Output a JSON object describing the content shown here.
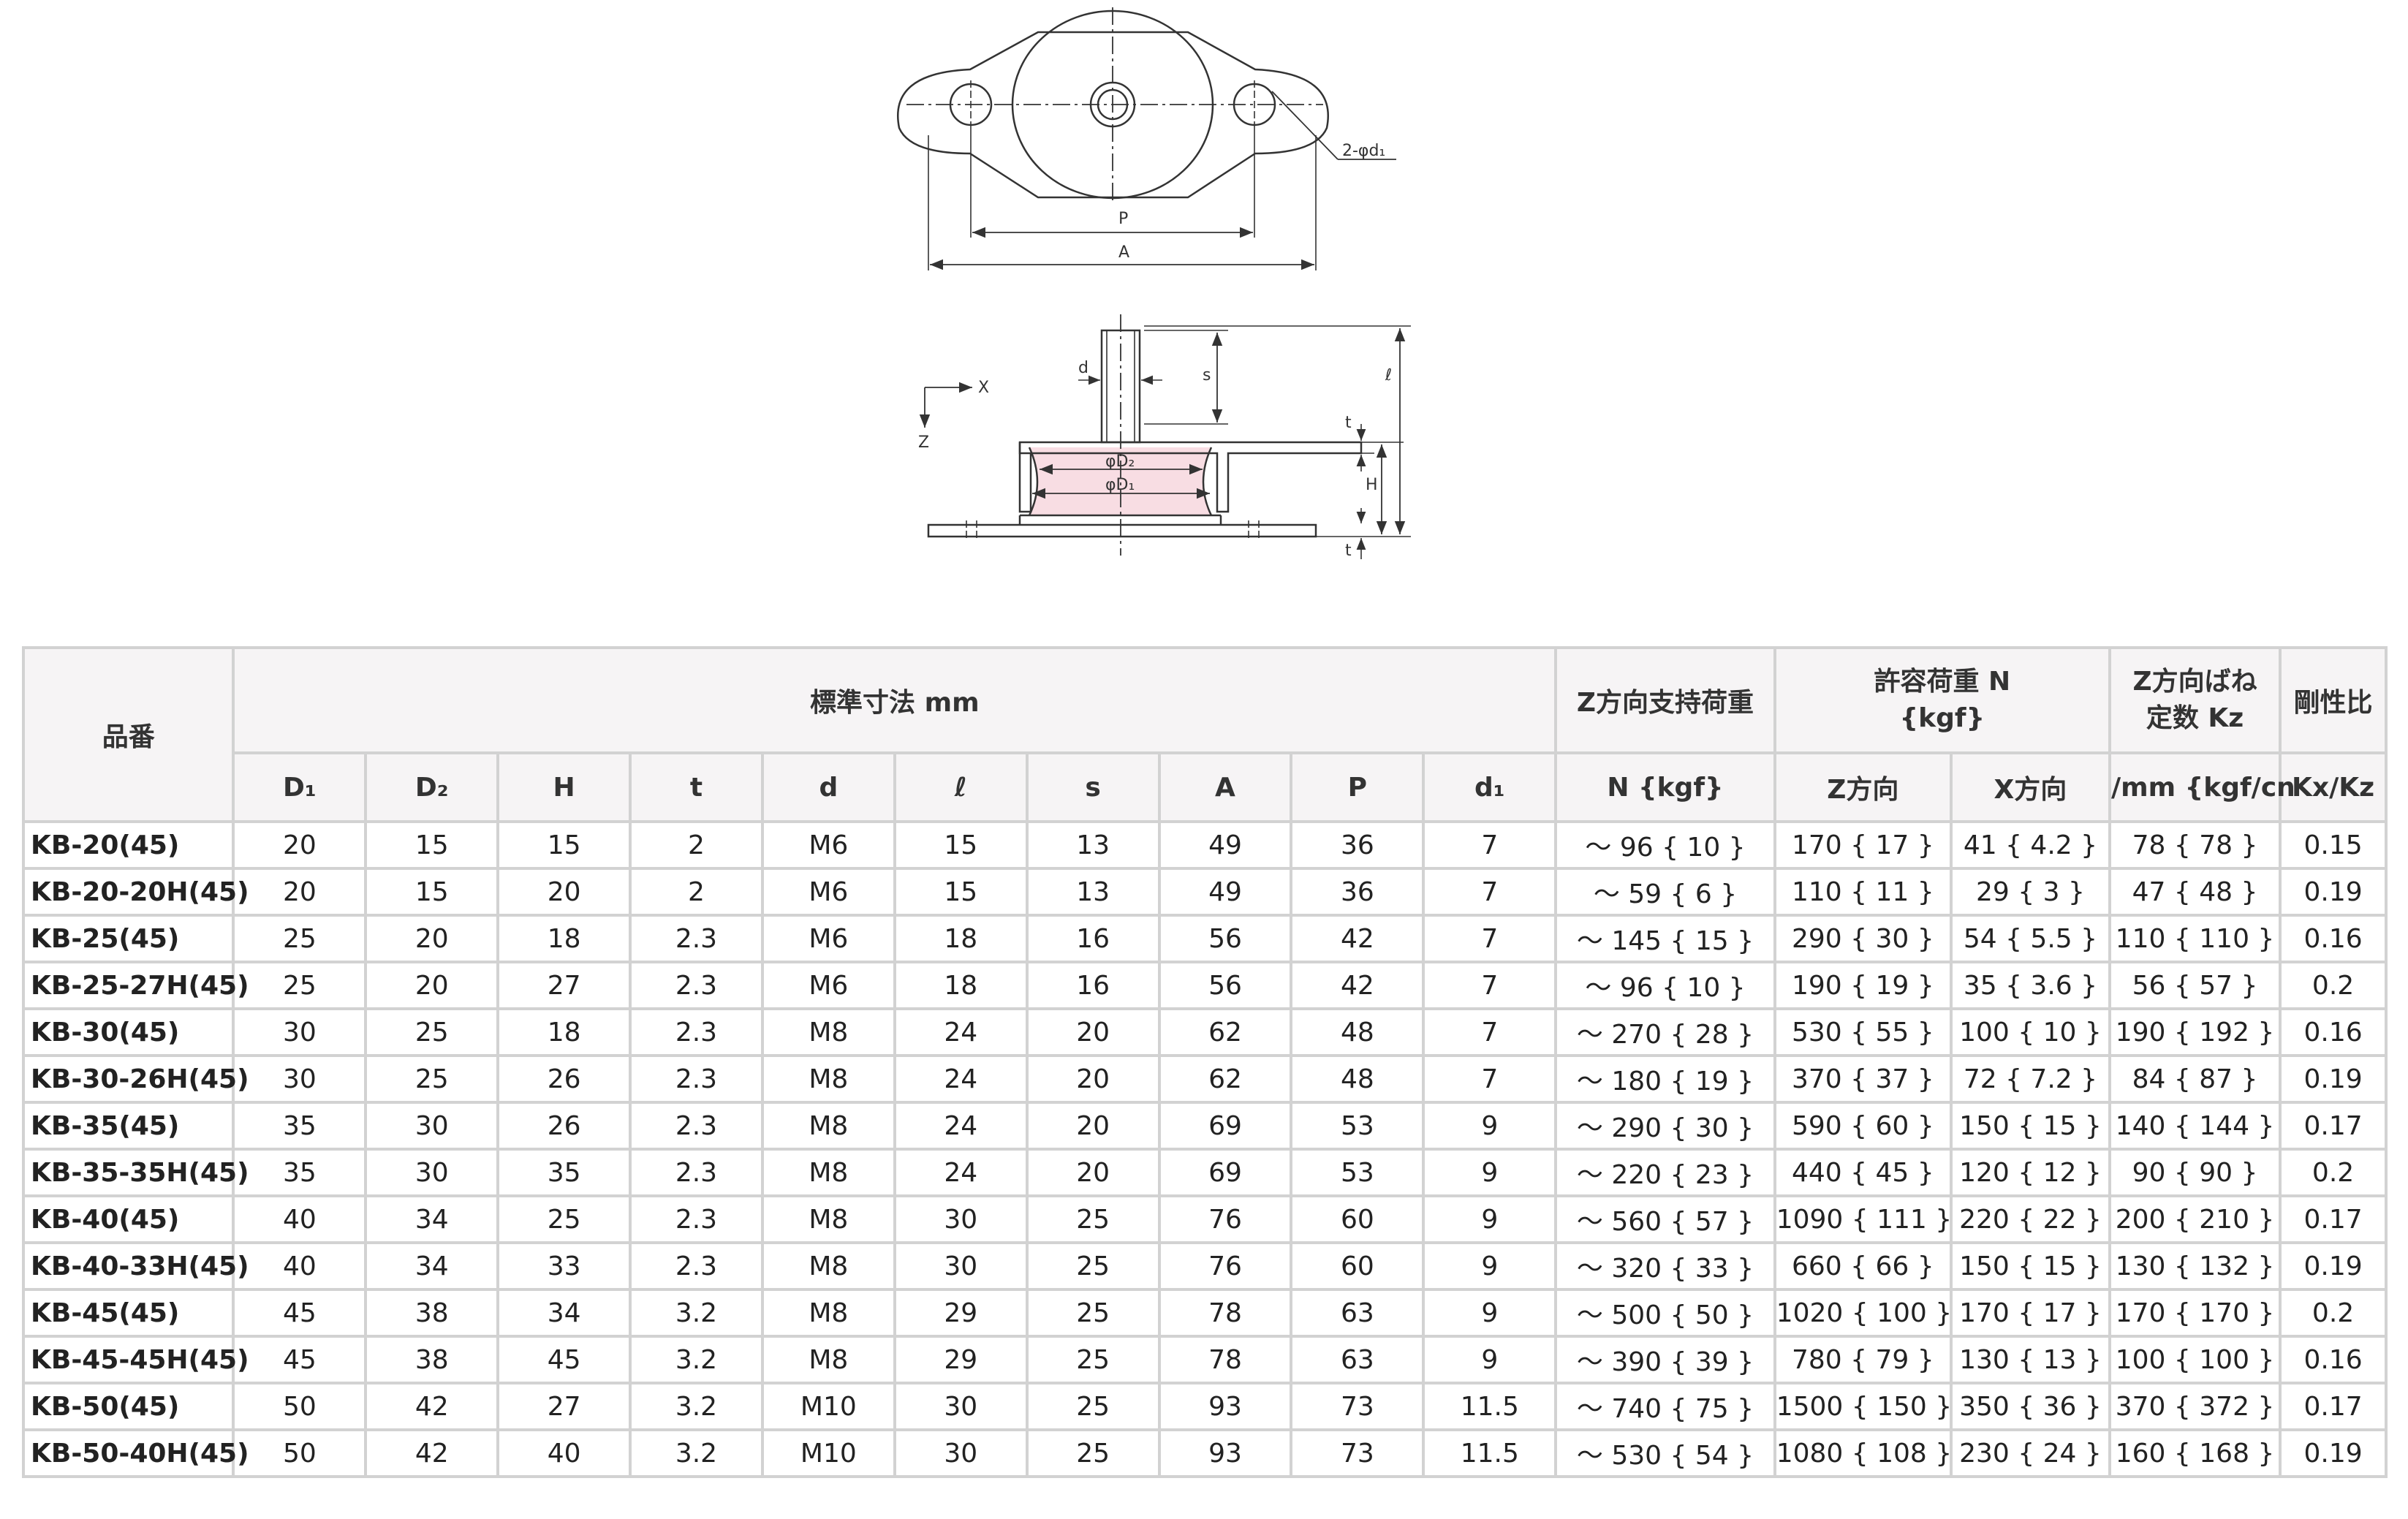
{
  "drawing": {
    "top_view_labels": {
      "hole": "2-φd₁",
      "pitch": "P",
      "overall": "A"
    },
    "side_view_labels": {
      "d": "d",
      "s": "s",
      "l": "ℓ",
      "t_top": "t",
      "h": "H",
      "t_bottom": "t",
      "d2": "φD₂",
      "d1": "φD₁",
      "axis_x": "X",
      "axis_z": "Z"
    },
    "colors": {
      "rubber": "#f8dde3",
      "line": "#333333"
    }
  },
  "table": {
    "header": {
      "model": "品番",
      "std_dims": "標準寸法 mm",
      "z_support_1": "Z方向支持荷重",
      "z_support_2": "N {kgf}",
      "allow_load": "許容荷重 N\n{kgf}",
      "z_dir": "Z方向",
      "x_dir": "X方向",
      "spring_1": "Z方向ばね\n定数 Kz",
      "spring_2": "/mm {kgf/cn",
      "stiff_1": "剛性比",
      "stiff_2": "Kx/Kz",
      "dims": [
        "D₁",
        "D₂",
        "H",
        "t",
        "d",
        "ℓ",
        "s",
        "A",
        "P",
        "d₁"
      ]
    },
    "rows": [
      [
        "KB-20(45)",
        "20",
        "15",
        "15",
        "2",
        "M6",
        "15",
        "13",
        "49",
        "36",
        "7",
        "～ 96 { 10 }",
        "170 { 17 }",
        "41 { 4.2 }",
        "78 { 78 }",
        "0.15"
      ],
      [
        "KB-20-20H(45)",
        "20",
        "15",
        "20",
        "2",
        "M6",
        "15",
        "13",
        "49",
        "36",
        "7",
        "～ 59 { 6 }",
        "110 { 11 }",
        "29 { 3 }",
        "47 { 48 }",
        "0.19"
      ],
      [
        "KB-25(45)",
        "25",
        "20",
        "18",
        "2.3",
        "M6",
        "18",
        "16",
        "56",
        "42",
        "7",
        "～ 145 { 15 }",
        "290 { 30 }",
        "54 { 5.5 }",
        "110 { 110 }",
        "0.16"
      ],
      [
        "KB-25-27H(45)",
        "25",
        "20",
        "27",
        "2.3",
        "M6",
        "18",
        "16",
        "56",
        "42",
        "7",
        "～ 96 { 10 }",
        "190 { 19 }",
        "35 { 3.6 }",
        "56 { 57 }",
        "0.2"
      ],
      [
        "KB-30(45)",
        "30",
        "25",
        "18",
        "2.3",
        "M8",
        "24",
        "20",
        "62",
        "48",
        "7",
        "～ 270 { 28 }",
        "530 { 55 }",
        "100 { 10 }",
        "190 { 192 }",
        "0.16"
      ],
      [
        "KB-30-26H(45)",
        "30",
        "25",
        "26",
        "2.3",
        "M8",
        "24",
        "20",
        "62",
        "48",
        "7",
        "～ 180 { 19 }",
        "370 { 37 }",
        "72 { 7.2 }",
        "84 { 87 }",
        "0.19"
      ],
      [
        "KB-35(45)",
        "35",
        "30",
        "26",
        "2.3",
        "M8",
        "24",
        "20",
        "69",
        "53",
        "9",
        "～ 290 { 30 }",
        "590 { 60 }",
        "150 { 15 }",
        "140 { 144 }",
        "0.17"
      ],
      [
        "KB-35-35H(45)",
        "35",
        "30",
        "35",
        "2.3",
        "M8",
        "24",
        "20",
        "69",
        "53",
        "9",
        "～ 220 { 23 }",
        "440 { 45 }",
        "120 { 12 }",
        "90 { 90 }",
        "0.2"
      ],
      [
        "KB-40(45)",
        "40",
        "34",
        "25",
        "2.3",
        "M8",
        "30",
        "25",
        "76",
        "60",
        "9",
        "～ 560 { 57 }",
        "1090 { 111 }",
        "220 { 22 }",
        "200 { 210 }",
        "0.17"
      ],
      [
        "KB-40-33H(45)",
        "40",
        "34",
        "33",
        "2.3",
        "M8",
        "30",
        "25",
        "76",
        "60",
        "9",
        "～ 320 { 33 }",
        "660 { 66 }",
        "150 { 15 }",
        "130 { 132 }",
        "0.19"
      ],
      [
        "KB-45(45)",
        "45",
        "38",
        "34",
        "3.2",
        "M8",
        "29",
        "25",
        "78",
        "63",
        "9",
        "～ 500 { 50 }",
        "1020 { 100 }",
        "170 { 17 }",
        "170 { 170 }",
        "0.2"
      ],
      [
        "KB-45-45H(45)",
        "45",
        "38",
        "45",
        "3.2",
        "M8",
        "29",
        "25",
        "78",
        "63",
        "9",
        "～ 390 { 39 }",
        "780 { 79 }",
        "130 { 13 }",
        "100 { 100 }",
        "0.16"
      ],
      [
        "KB-50(45)",
        "50",
        "42",
        "27",
        "3.2",
        "M10",
        "30",
        "25",
        "93",
        "73",
        "11.5",
        "～ 740 { 75 }",
        "1500 { 150 }",
        "350 { 36 }",
        "370 { 372 }",
        "0.17"
      ],
      [
        "KB-50-40H(45)",
        "50",
        "42",
        "40",
        "3.2",
        "M10",
        "30",
        "25",
        "93",
        "73",
        "11.5",
        "～ 530 { 54 }",
        "1080 { 108 }",
        "230 { 24 }",
        "160 { 168 }",
        "0.19"
      ]
    ]
  }
}
